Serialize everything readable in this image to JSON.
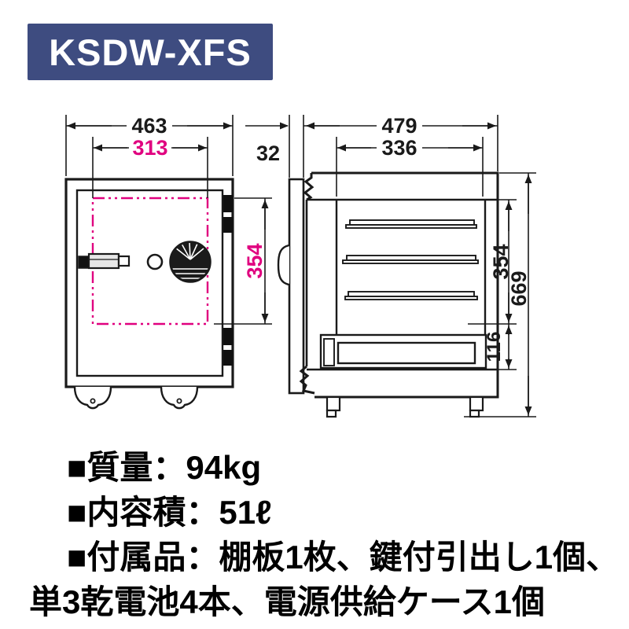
{
  "title": "KSDW-XFS",
  "colors": {
    "accent_navy": "#3e4c80",
    "dimension_highlight_pink": "#e0007f",
    "line_black": "#1a1a1a"
  },
  "front_view": {
    "label": "front-elevation-of-safe",
    "width": "463",
    "inner_width": "313",
    "inner_height": "354"
  },
  "side_view": {
    "label": "side-section-of-safe",
    "door_thickness": "32",
    "depth": "479",
    "inner_depth": "336",
    "inner_height": "354",
    "overall_height": "669",
    "drawer_height": "116"
  },
  "specs": [
    {
      "text": "■質量：94kg"
    },
    {
      "text": "■内容積：51ℓ"
    },
    {
      "text": "■付属品：棚板1枚、鍵付引出し1個、"
    },
    {
      "text": "単3乾電池4本、電源供給ケース1個"
    }
  ]
}
